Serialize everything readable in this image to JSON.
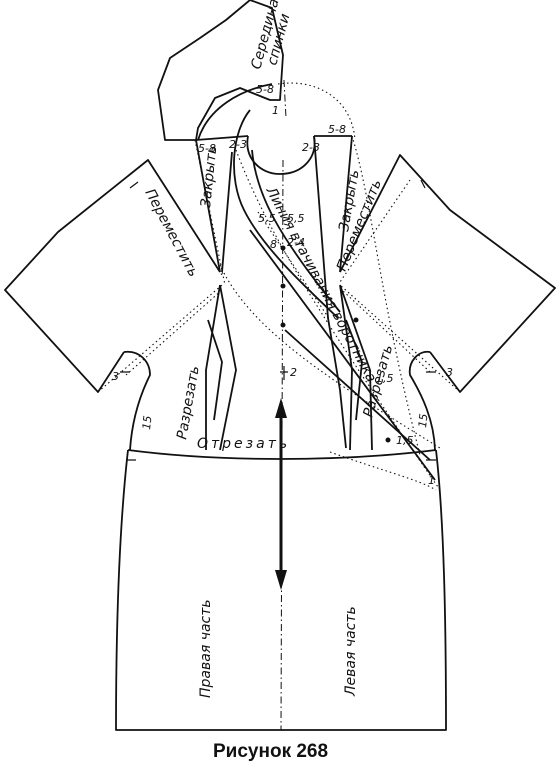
{
  "labels": {
    "back_center_1": "Середина",
    "back_center_2": "спинки",
    "close_left": "Закрыть",
    "close_right": "Закрыть",
    "move_left": "Переместить",
    "move_right": "Переместить",
    "collar_line": "Линия втачивания воротника",
    "cut_left": "Разрезать",
    "cut_right": "Разрезать",
    "cut_off": "Отрезать",
    "right_part": "Правая часть",
    "left_part": "Левая часть"
  },
  "measurements": {
    "m_5_8_a": "5-8",
    "m_5_8_b": "5-8",
    "m_5_8_c": "5-8",
    "m_2_3_a": "2-3",
    "m_2_3_b": "2-3",
    "m_5_5_a": "5,5",
    "m_5_5_b": "5,5",
    "m_8": "8",
    "m_2_4": "2-4",
    "m_1_a": "1",
    "m_1_b": "1",
    "m_1_5_a": "1,5",
    "m_1_5_b": "1,5",
    "m_3_a": "3",
    "m_3_b": "3",
    "m_15_a": "15",
    "m_15_b": "15",
    "m_2": "2"
  },
  "caption": "Рисунок 268"
}
